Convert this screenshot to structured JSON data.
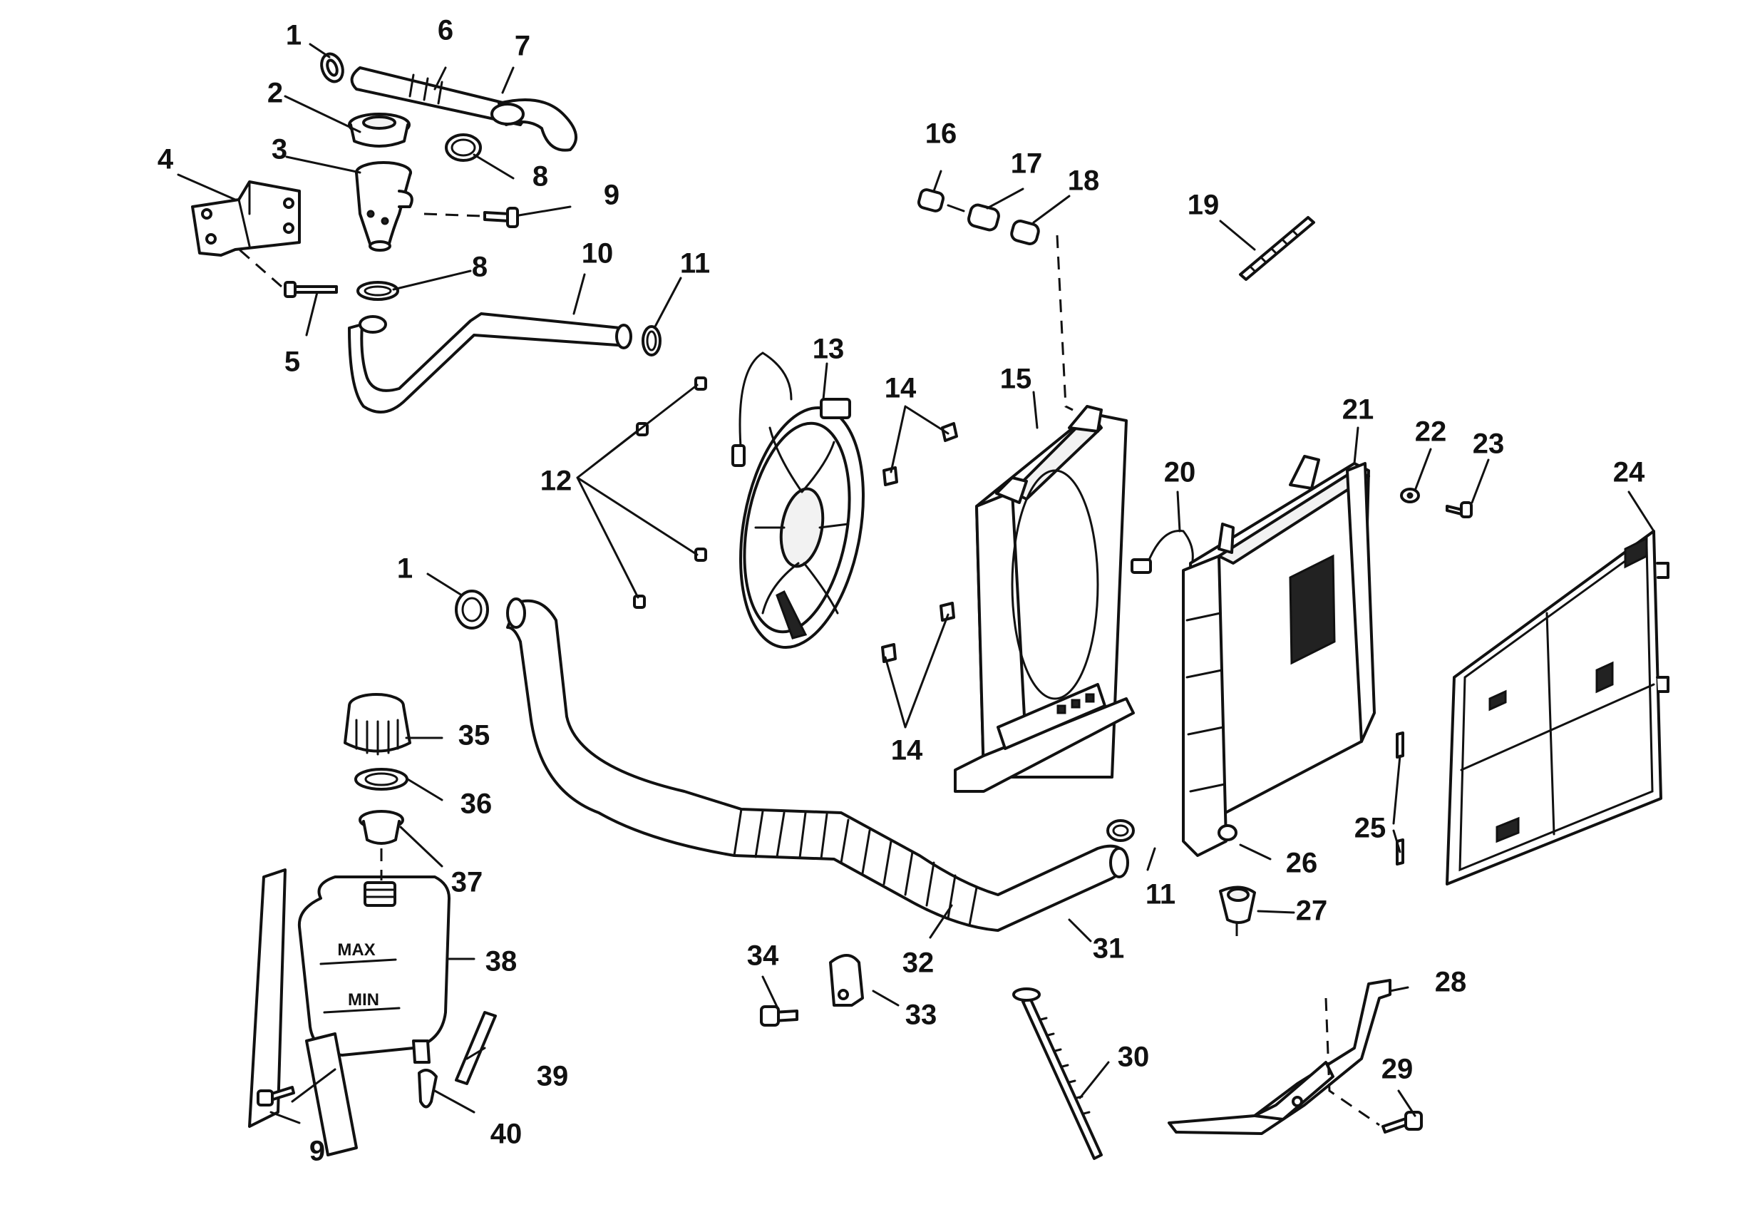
{
  "callouts": {
    "c1a": "1",
    "c1b": "1",
    "c2": "2",
    "c3": "3",
    "c4": "4",
    "c5": "5",
    "c6": "6",
    "c7": "7",
    "c8a": "8",
    "c8b": "8",
    "c9a": "9",
    "c9b": "9",
    "c10": "10",
    "c11a": "11",
    "c11b": "11",
    "c12": "12",
    "c13": "13",
    "c14a": "14",
    "c14b": "14",
    "c15": "15",
    "c16": "16",
    "c17": "17",
    "c18": "18",
    "c19": "19",
    "c20": "20",
    "c21": "21",
    "c22": "22",
    "c23": "23",
    "c24": "24",
    "c25": "25",
    "c26": "26",
    "c27": "27",
    "c28": "28",
    "c29": "29",
    "c30": "30",
    "c31": "31",
    "c32": "32",
    "c33": "33",
    "c34": "34",
    "c35": "35",
    "c36": "36",
    "c37": "37",
    "c38": "38",
    "c39": "39",
    "c40": "40"
  },
  "tank": {
    "max_label": "MAX",
    "min_label": "MIN"
  }
}
